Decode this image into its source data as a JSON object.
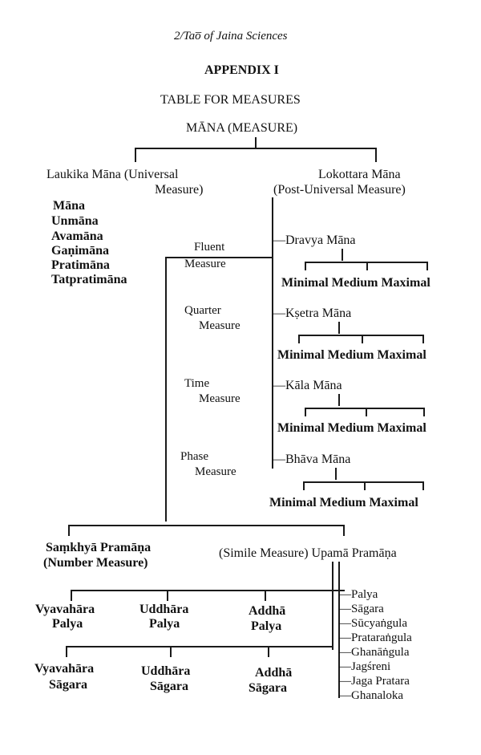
{
  "header": {
    "running_head": "2/Tao̅ of Jaina Sciences"
  },
  "appendix": {
    "label": "APPENDIX I",
    "subtitle": "TABLE FOR MEASURES",
    "root": "MĀNA (MEASURE)"
  },
  "laukika": {
    "title_line1": "Laukika Māna (Universal",
    "title_line2": "Measure)",
    "items": [
      "Māna",
      "Unmāna",
      "Avamāna",
      "Gaṇimāna",
      "Pratimāna",
      "Tatpratimāna"
    ]
  },
  "lokottara": {
    "title_line1": "Lokottara Māna",
    "title_line2": "(Post-Universal Measure)"
  },
  "measures": [
    {
      "line1": "Fluent",
      "line2": "Measure",
      "mana": "—Dravya Māna"
    },
    {
      "line1": "Quarter",
      "line2": "Measure",
      "mana": "—Kṣetra Māna"
    },
    {
      "line1": "Time",
      "line2": "Measure",
      "mana": "—Kāla Māna"
    },
    {
      "line1": "Phase",
      "line2": "Measure",
      "mana": "—Bhāva Māna"
    }
  ],
  "grades": "Minimal Medium Maximal",
  "samkhya": {
    "line1": "Saṃkhyā Pramāṇa",
    "line2": "(Number Measure)"
  },
  "upama": {
    "label": "(Simile Measure) Upamā Pramāṇa"
  },
  "palya": [
    {
      "line1": "Vyavahāra",
      "line2": "Palya"
    },
    {
      "line1": "Uddhāra",
      "line2": "Palya"
    },
    {
      "line1": "Addhā",
      "line2": "Palya"
    }
  ],
  "sagara": [
    {
      "line1": "Vyavahāra",
      "line2": "Sāgara"
    },
    {
      "line1": "Uddhāra",
      "line2": "Sāgara"
    },
    {
      "line1": "Addhā",
      "line2": "Sāgara"
    }
  ],
  "upama_items": [
    "—Palya",
    "—Sāgara",
    "—Sūcyaṅgula",
    "—Prataraṅgula",
    "—Ghanāṅgula",
    "—Jagśreni",
    "—Jaga Pratara",
    "—Ghanaloka"
  ]
}
